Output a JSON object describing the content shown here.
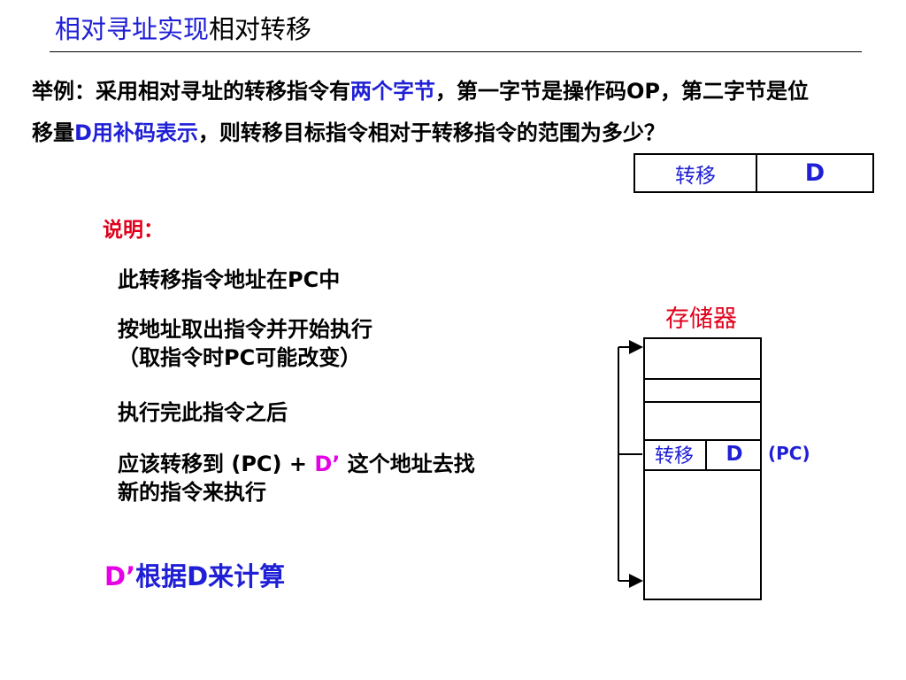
{
  "title": {
    "highlight": "相对寻址实现",
    "rest": "相对转移"
  },
  "question": {
    "p1": "举例：采用相对寻址的转移指令有",
    "p2": "两个字节",
    "p3": "，第一字节是操作码OP，第二字节是位移量",
    "p4": "D用补码表示",
    "p5": "，则转移目标指令相对于转移指令的范围为多少？"
  },
  "instruction_format": {
    "op": "转移",
    "d": "D"
  },
  "explanation": {
    "label": "说明：",
    "line1": "此转移指令地址在PC中",
    "line2a": "按地址取出指令并开始执行",
    "line2b": "（取指令时PC可能改变）",
    "line3": "执行完此指令之后",
    "line4a_pre": "应该转移到 (PC) + ",
    "line4a_d": "D’",
    "line4a_post": " 这个地址去找",
    "line4b": "新的指令来执行"
  },
  "footer": {
    "d_prime": "D’",
    "text": "根据D来计算"
  },
  "memory": {
    "label": "存储器",
    "cell_op": "转移",
    "cell_d": "D",
    "pc_label": "(PC)"
  },
  "colors": {
    "blue": "#1f1fd6",
    "red": "#e0001b",
    "magenta": "#e600e6"
  }
}
